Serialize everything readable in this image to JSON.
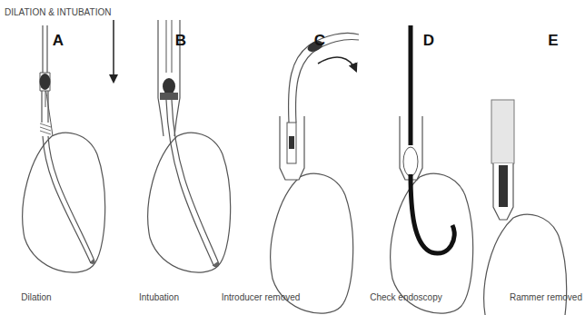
{
  "diagram": {
    "title": "DILATION & INTUBATION",
    "labels": [
      "A",
      "B",
      "C",
      "D",
      "E",
      "Dilation",
      "Intubation",
      "Introducer removed",
      "Check endoscopy",
      "Rammer removed"
    ]
  }
}
